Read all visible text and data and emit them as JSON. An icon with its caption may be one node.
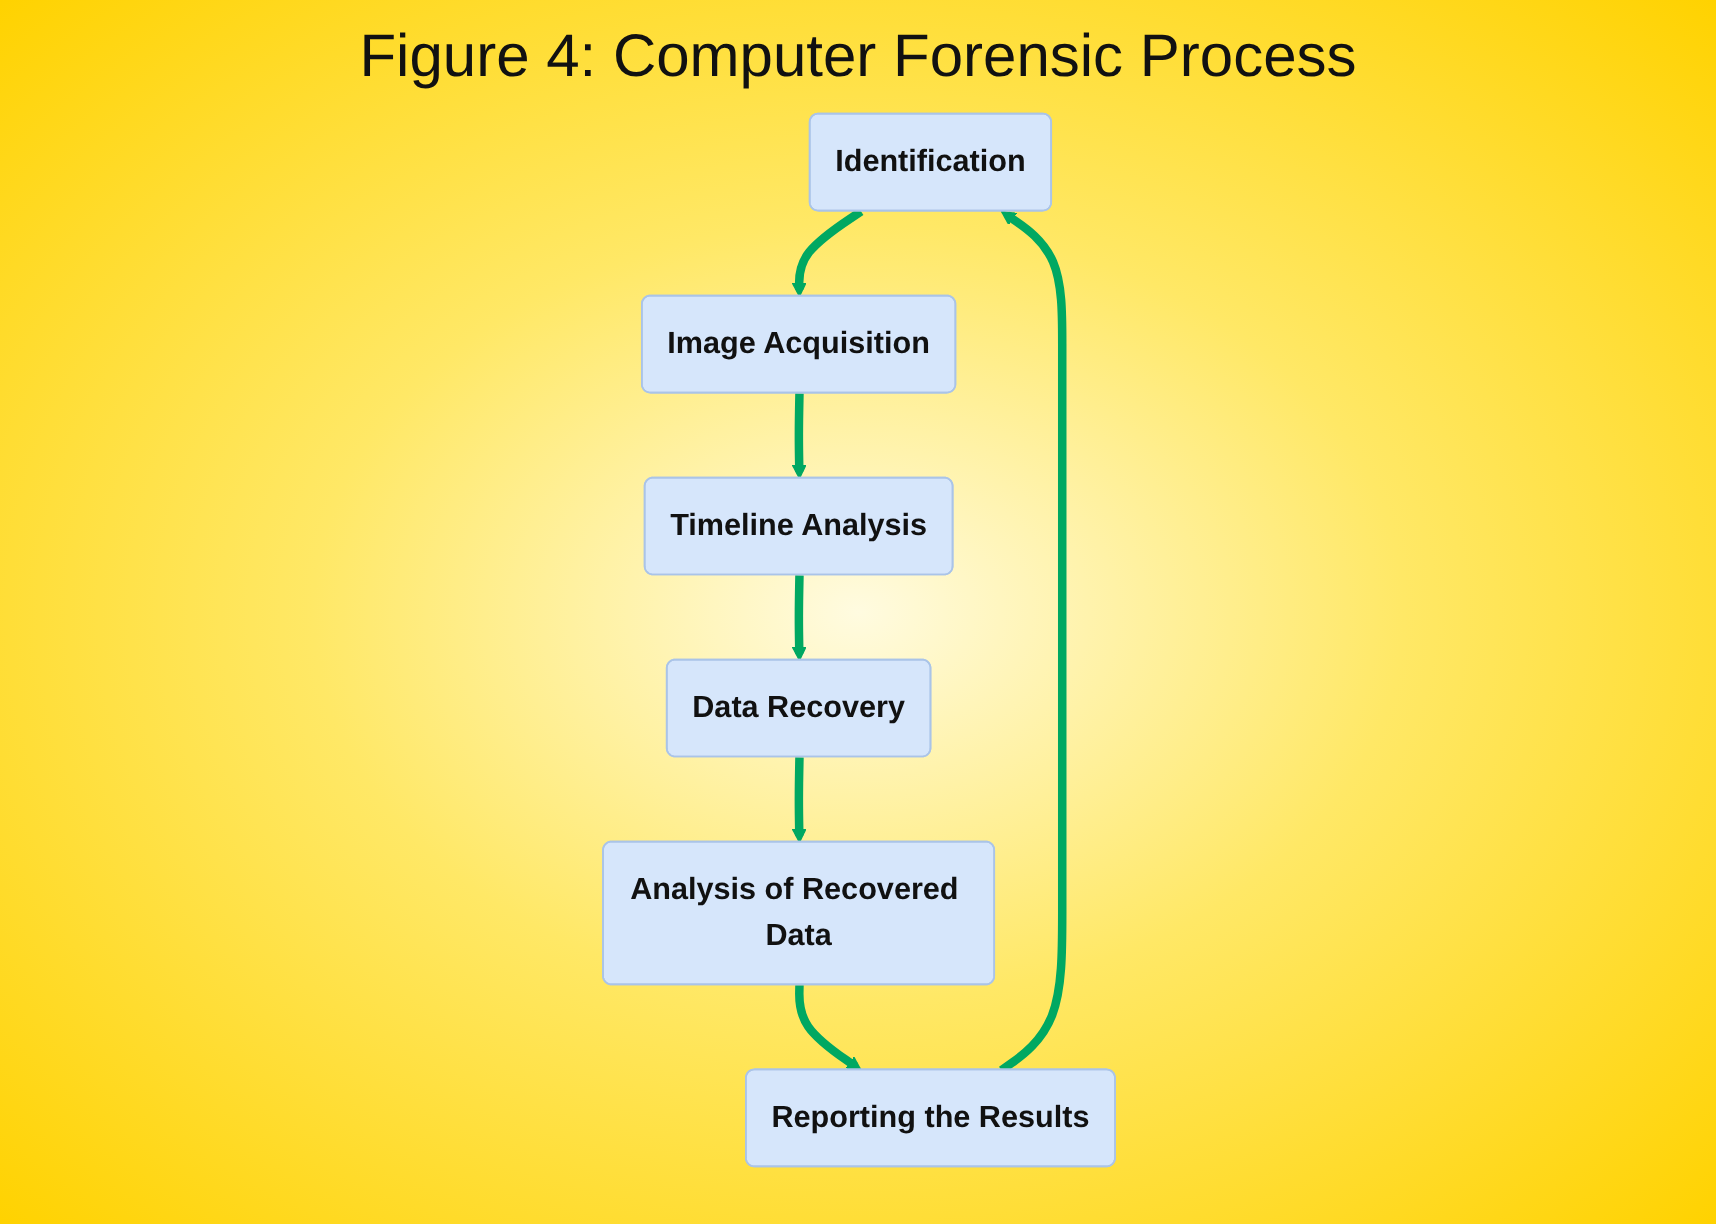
{
  "diagram": {
    "title": "Figure 4: Computer Forensic Process",
    "nodes": [
      {
        "text": [
          "Identification"
        ]
      },
      {
        "text": [
          "Image Acquisition"
        ]
      },
      {
        "text": [
          "Timeline Analysis"
        ]
      },
      {
        "text": [
          "Data Recovery"
        ]
      },
      {
        "text": [
          "Analysis of Recovered Data"
        ]
      },
      {
        "text": [
          "Reporting the Results"
        ]
      }
    ],
    "edges": [
      {
        "from": 0,
        "to": 1,
        "arrow": "to"
      },
      {
        "from": 1,
        "to": 2,
        "arrow": "to"
      },
      {
        "from": 2,
        "to": 3,
        "arrow": "to"
      },
      {
        "from": 3,
        "to": 4,
        "arrow": "to"
      },
      {
        "from": 4,
        "to": 5,
        "arrow": "to"
      },
      {
        "from": 5,
        "to": 0,
        "arrow": "to"
      }
    ]
  }
}
